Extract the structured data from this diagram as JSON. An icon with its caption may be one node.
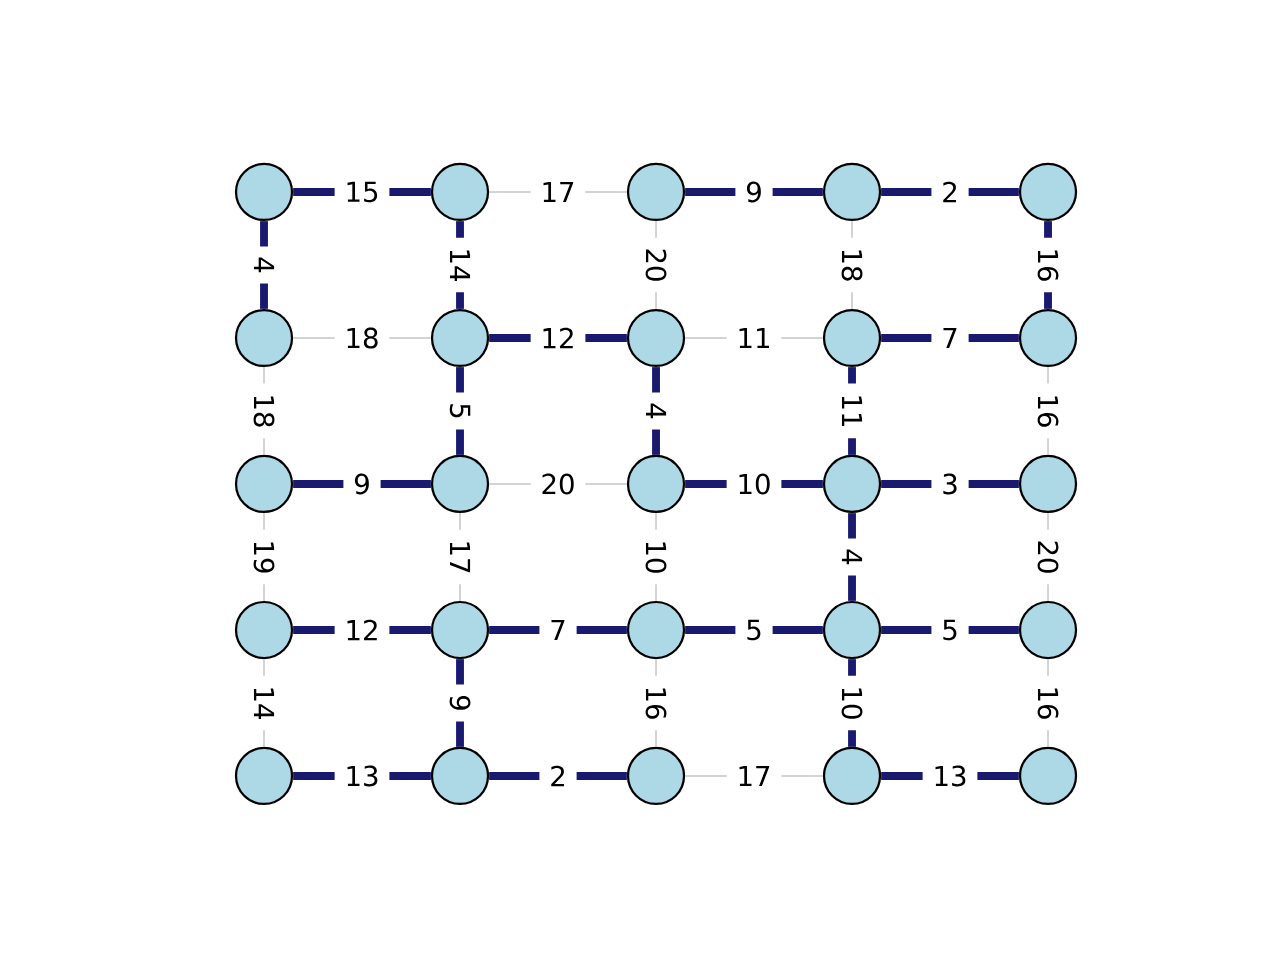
{
  "diagram": {
    "nodes": [
      {
        "text": [],
        "shape": "circle"
      },
      {
        "text": [],
        "shape": "circle"
      },
      {
        "text": [],
        "shape": "circle"
      },
      {
        "text": [],
        "shape": "circle"
      },
      {
        "text": [],
        "shape": "circle"
      },
      {
        "text": [],
        "shape": "circle"
      },
      {
        "text": [],
        "shape": "circle"
      },
      {
        "text": [],
        "shape": "circle"
      },
      {
        "text": [],
        "shape": "circle"
      },
      {
        "text": [],
        "shape": "circle"
      },
      {
        "text": [],
        "shape": "circle"
      },
      {
        "text": [],
        "shape": "circle"
      },
      {
        "text": [],
        "shape": "circle"
      },
      {
        "text": [],
        "shape": "circle"
      },
      {
        "text": [],
        "shape": "circle"
      },
      {
        "text": [],
        "shape": "circle"
      },
      {
        "text": [],
        "shape": "circle"
      },
      {
        "text": [],
        "shape": "circle"
      },
      {
        "text": [],
        "shape": "circle"
      },
      {
        "text": [],
        "shape": "circle"
      },
      {
        "text": [],
        "shape": "circle"
      },
      {
        "text": [],
        "shape": "circle"
      },
      {
        "text": [],
        "shape": "circle"
      },
      {
        "text": [],
        "shape": "circle"
      },
      {
        "text": [],
        "shape": "circle"
      }
    ],
    "edges": [
      {
        "from": 0,
        "to": 1,
        "arrow": "none",
        "label": "15"
      },
      {
        "from": 1,
        "to": 2,
        "arrow": "none",
        "label": "17",
        "color": "#d3d3d3"
      },
      {
        "from": 2,
        "to": 3,
        "arrow": "none",
        "label": "9"
      },
      {
        "from": 3,
        "to": 4,
        "arrow": "none",
        "label": "2"
      },
      {
        "from": 5,
        "to": 6,
        "arrow": "none",
        "label": "18",
        "color": "#d3d3d3"
      },
      {
        "from": 6,
        "to": 7,
        "arrow": "none",
        "label": "12"
      },
      {
        "from": 7,
        "to": 8,
        "arrow": "none",
        "label": "11",
        "color": "#d3d3d3"
      },
      {
        "from": 8,
        "to": 9,
        "arrow": "none",
        "label": "7"
      },
      {
        "from": 10,
        "to": 11,
        "arrow": "none",
        "label": "9"
      },
      {
        "from": 11,
        "to": 12,
        "arrow": "none",
        "label": "20",
        "color": "#d3d3d3"
      },
      {
        "from": 12,
        "to": 13,
        "arrow": "none",
        "label": "10"
      },
      {
        "from": 13,
        "to": 14,
        "arrow": "none",
        "label": "3"
      },
      {
        "from": 15,
        "to": 16,
        "arrow": "none",
        "label": "12"
      },
      {
        "from": 16,
        "to": 17,
        "arrow": "none",
        "label": "7"
      },
      {
        "from": 17,
        "to": 18,
        "arrow": "none",
        "label": "5"
      },
      {
        "from": 18,
        "to": 19,
        "arrow": "none",
        "label": "5"
      },
      {
        "from": 20,
        "to": 21,
        "arrow": "none",
        "label": "13"
      },
      {
        "from": 21,
        "to": 22,
        "arrow": "none",
        "label": "2"
      },
      {
        "from": 22,
        "to": 23,
        "arrow": "none",
        "label": "17",
        "color": "#d3d3d3"
      },
      {
        "from": 23,
        "to": 24,
        "arrow": "none",
        "label": "13"
      },
      {
        "from": 0,
        "to": 5,
        "arrow": "none",
        "label": "4"
      },
      {
        "from": 5,
        "to": 10,
        "arrow": "none",
        "label": "18",
        "color": "#d3d3d3"
      },
      {
        "from": 10,
        "to": 15,
        "arrow": "none",
        "label": "19",
        "color": "#d3d3d3"
      },
      {
        "from": 15,
        "to": 20,
        "arrow": "none",
        "label": "14",
        "color": "#d3d3d3"
      },
      {
        "from": 1,
        "to": 6,
        "arrow": "none",
        "label": "14"
      },
      {
        "from": 6,
        "to": 11,
        "arrow": "none",
        "label": "5"
      },
      {
        "from": 11,
        "to": 16,
        "arrow": "none",
        "label": "17",
        "color": "#d3d3d3"
      },
      {
        "from": 16,
        "to": 21,
        "arrow": "none",
        "label": "9"
      },
      {
        "from": 2,
        "to": 7,
        "arrow": "none",
        "label": "20",
        "color": "#d3d3d3"
      },
      {
        "from": 7,
        "to": 12,
        "arrow": "none",
        "label": "4"
      },
      {
        "from": 12,
        "to": 17,
        "arrow": "none",
        "label": "10",
        "color": "#d3d3d3"
      },
      {
        "from": 17,
        "to": 22,
        "arrow": "none",
        "label": "16",
        "color": "#d3d3d3"
      },
      {
        "from": 3,
        "to": 8,
        "arrow": "none",
        "label": "18",
        "color": "#d3d3d3"
      },
      {
        "from": 8,
        "to": 13,
        "arrow": "none",
        "label": "11"
      },
      {
        "from": 13,
        "to": 18,
        "arrow": "none",
        "label": "4"
      },
      {
        "from": 18,
        "to": 23,
        "arrow": "none",
        "label": "10"
      },
      {
        "from": 4,
        "to": 9,
        "arrow": "none",
        "label": "16"
      },
      {
        "from": 9,
        "to": 14,
        "arrow": "none",
        "label": "16",
        "color": "#d3d3d3"
      },
      {
        "from": 14,
        "to": 19,
        "arrow": "none",
        "label": "20",
        "color": "#d3d3d3"
      },
      {
        "from": 19,
        "to": 24,
        "arrow": "none",
        "label": "16",
        "color": "#d3d3d3"
      }
    ]
  }
}
